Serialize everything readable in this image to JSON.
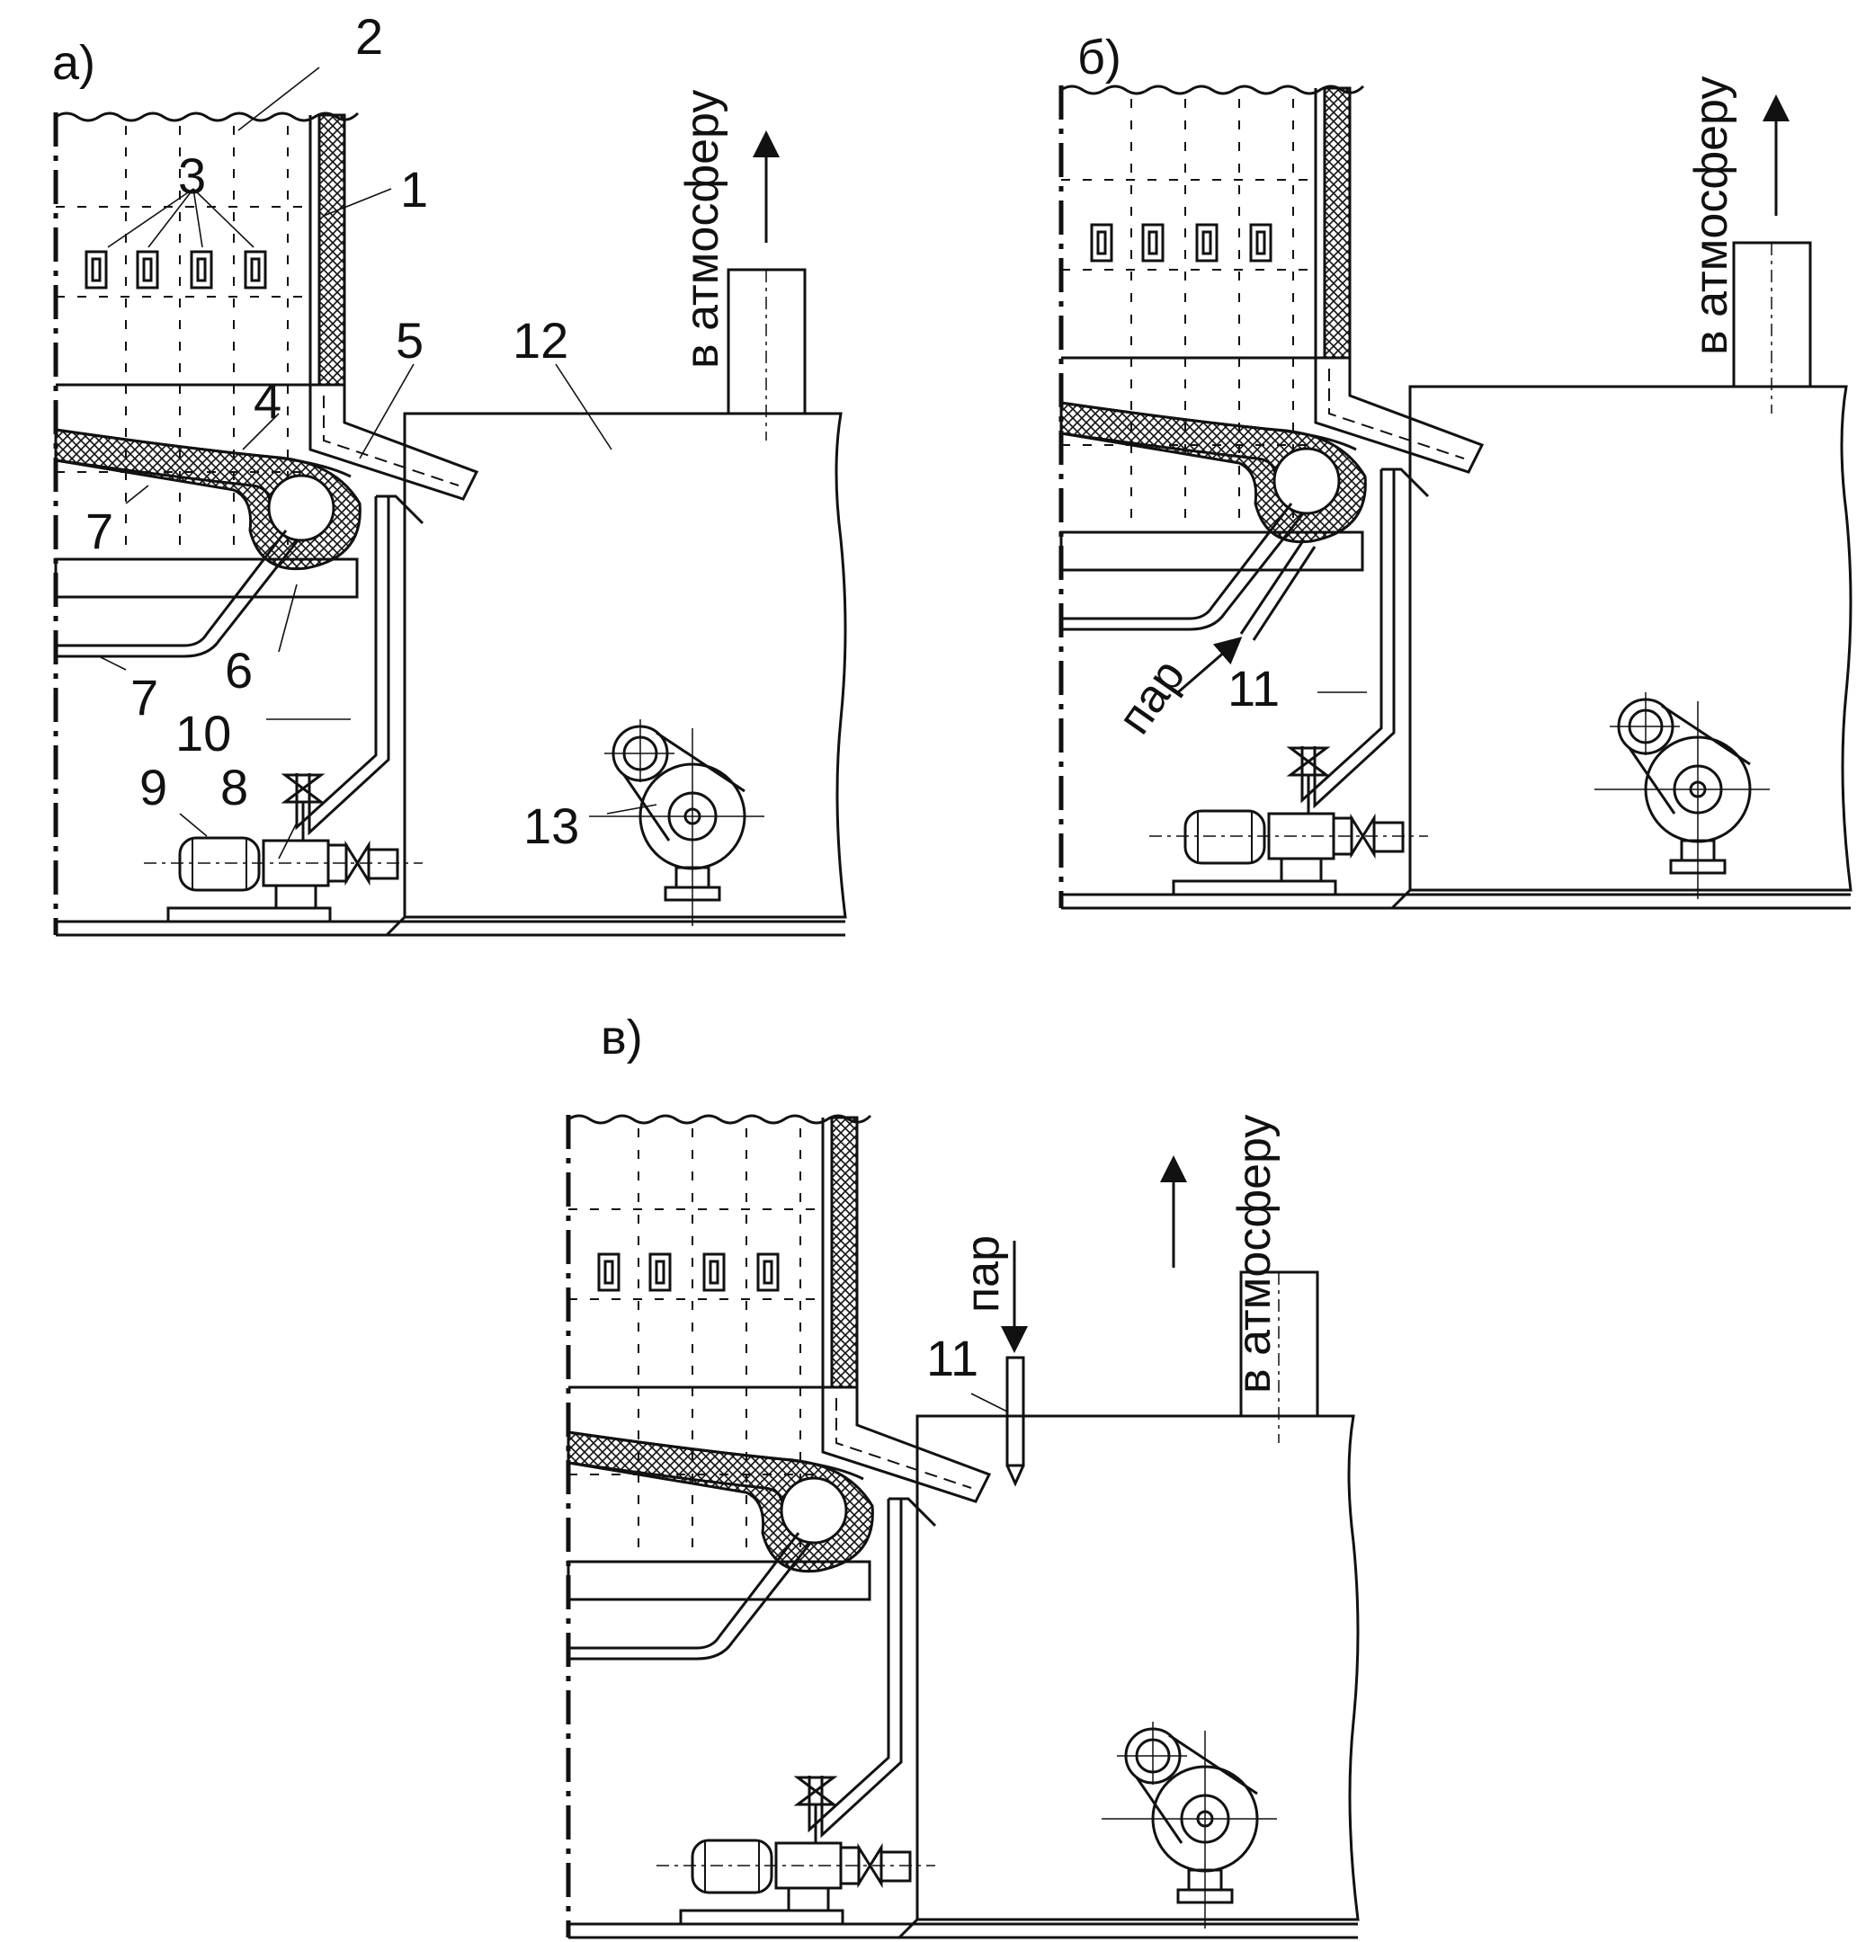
{
  "panels": [
    {
      "id": "a",
      "label": "а)"
    },
    {
      "id": "b",
      "label": "б)"
    },
    {
      "id": "c",
      "label": "в)"
    }
  ],
  "exhaust_label": "в атмосферу",
  "steam_label": "пар",
  "numbers_a": [
    "1",
    "2",
    "3",
    "4",
    "5",
    "6",
    "7",
    "7",
    "8",
    "9",
    "10",
    "12",
    "13"
  ],
  "numbers_b": [
    "11"
  ],
  "numbers_c": [
    "11"
  ]
}
